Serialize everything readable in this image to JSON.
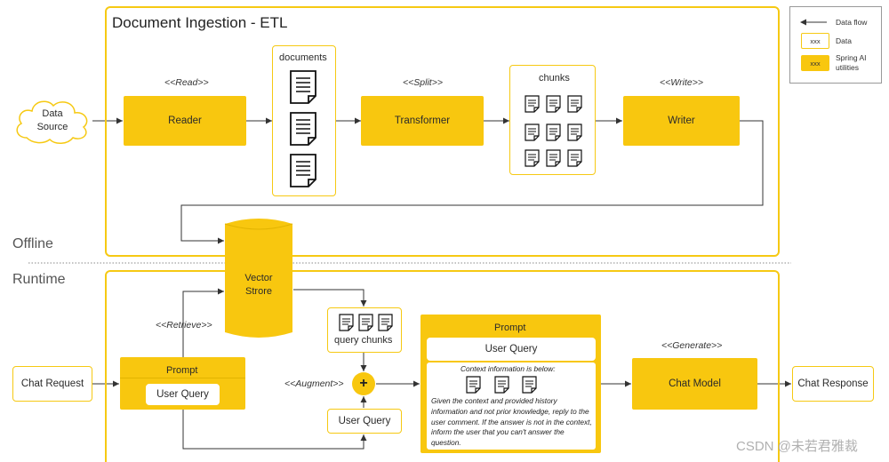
{
  "sections": {
    "etl_title": "Document Ingestion - ETL",
    "offline_label": "Offline",
    "runtime_label": "Runtime"
  },
  "etl": {
    "data_source": "Data Source",
    "reader": "Reader",
    "reader_stereo": "<<Read>>",
    "documents_label": "documents",
    "transformer": "Transformer",
    "transformer_stereo": "<<Split>>",
    "chunks_label": "chunks",
    "writer": "Writer",
    "writer_stereo": "<<Write>>",
    "vector_store": "Vector Strore"
  },
  "runtime": {
    "chat_request": "Chat Request",
    "prompt_header": "Prompt",
    "user_query": "User Query",
    "retrieve_stereo": "<<Retrieve>>",
    "query_chunks": "query chunks",
    "augment_stereo": "<<Augment>>",
    "plus_symbol": "+",
    "augment_user_query": "User Query",
    "prompt2_header": "Prompt",
    "prompt2_user_query": "User Query",
    "context_title": "Context information is below:",
    "context_instructions": "Given the context and provided history information and not prior knowledge, reply to the user comment. If the answer is not in the context, inform the user that you can't answer the question.",
    "generate_stereo": "<<Generate>>",
    "chat_model": "Chat Model",
    "chat_response": "Chat Response"
  },
  "legend": {
    "data_flow": "Data flow",
    "data_swatch": "xxx",
    "data_label": "Data",
    "utility_swatch": "xxx",
    "utility_label": "Spring AI utilities"
  },
  "watermark": "CSDN @未若君雅裁",
  "colors": {
    "accent": "#f8c70f",
    "border": "#f6c913",
    "line": "#333333"
  }
}
